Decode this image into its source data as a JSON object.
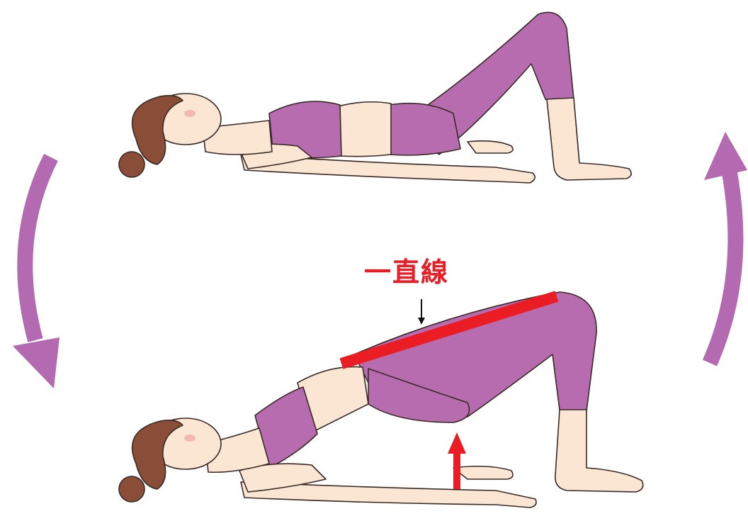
{
  "annotation": {
    "text": "一直線"
  },
  "colors": {
    "cycle_arrow": "#b46ab0",
    "accent_red": "#ea1c24",
    "outfit": "#b86cb0",
    "outfit_dark": "#8c4684",
    "skin": "#fbe6d4",
    "hair": "#8a4e38",
    "outline": "#3a2a26"
  },
  "figures": [
    {
      "pose": "lying-knees-bent"
    },
    {
      "pose": "hips-raised-bridge"
    }
  ],
  "icons": [
    "cycle-arrow-down-icon",
    "cycle-arrow-up-icon",
    "hip-lift-arrow-icon",
    "pointer-arrow-icon"
  ]
}
